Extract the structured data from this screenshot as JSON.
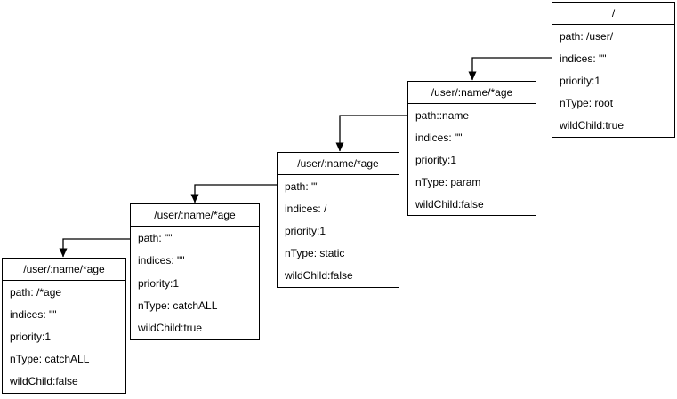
{
  "diagram": {
    "background_color": "#ffffff",
    "stroke_color": "#000000",
    "text_color": "#000000",
    "nodes": [
      {
        "title": "/",
        "rows": [
          "path: /user/",
          "indices: \"\"",
          "priority:1",
          "nType: root",
          "wildChild:true"
        ]
      },
      {
        "title": "/user/:name/*age",
        "rows": [
          "path::name",
          "indices: \"\"",
          "priority:1",
          "nType: param",
          "wildChild:false"
        ]
      },
      {
        "title": "/user/:name/*age",
        "rows": [
          "path: \"\"",
          "indices: /",
          "priority:1",
          "nType: static",
          "wildChild:false"
        ]
      },
      {
        "title": "/user/:name/*age",
        "rows": [
          "path: \"\"",
          "indices: \"\"",
          "priority:1",
          "nType: catchALL",
          "wildChild:true"
        ]
      },
      {
        "title": "/user/:name/*age",
        "rows": [
          "path: /*age",
          "indices: \"\"",
          "priority:1",
          "nType: catchALL",
          "wildChild:false"
        ]
      }
    ]
  }
}
